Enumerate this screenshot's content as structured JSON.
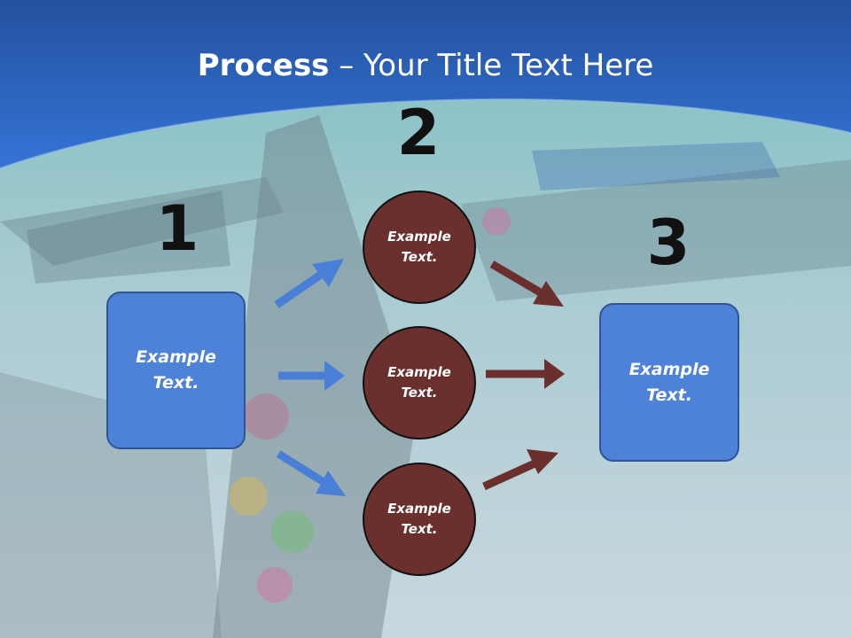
{
  "title": {
    "bold": "Process",
    "rest": " – Your Title Text Here"
  },
  "steps": [
    {
      "number": "1",
      "text": "Example Text."
    },
    {
      "number": "2",
      "text": "Example Text."
    },
    {
      "number": "3",
      "text": "Example Text."
    }
  ],
  "middle_nodes": [
    {
      "text": "Example Text."
    },
    {
      "text": "Example Text."
    },
    {
      "text": "Example Text."
    }
  ],
  "colors": {
    "header_blue": "#2e64c4",
    "box_blue": "#4d82d8",
    "circle_brown": "#6b302d",
    "arrow_blue": "#4a7fd8",
    "arrow_brown": "#6b302d"
  }
}
